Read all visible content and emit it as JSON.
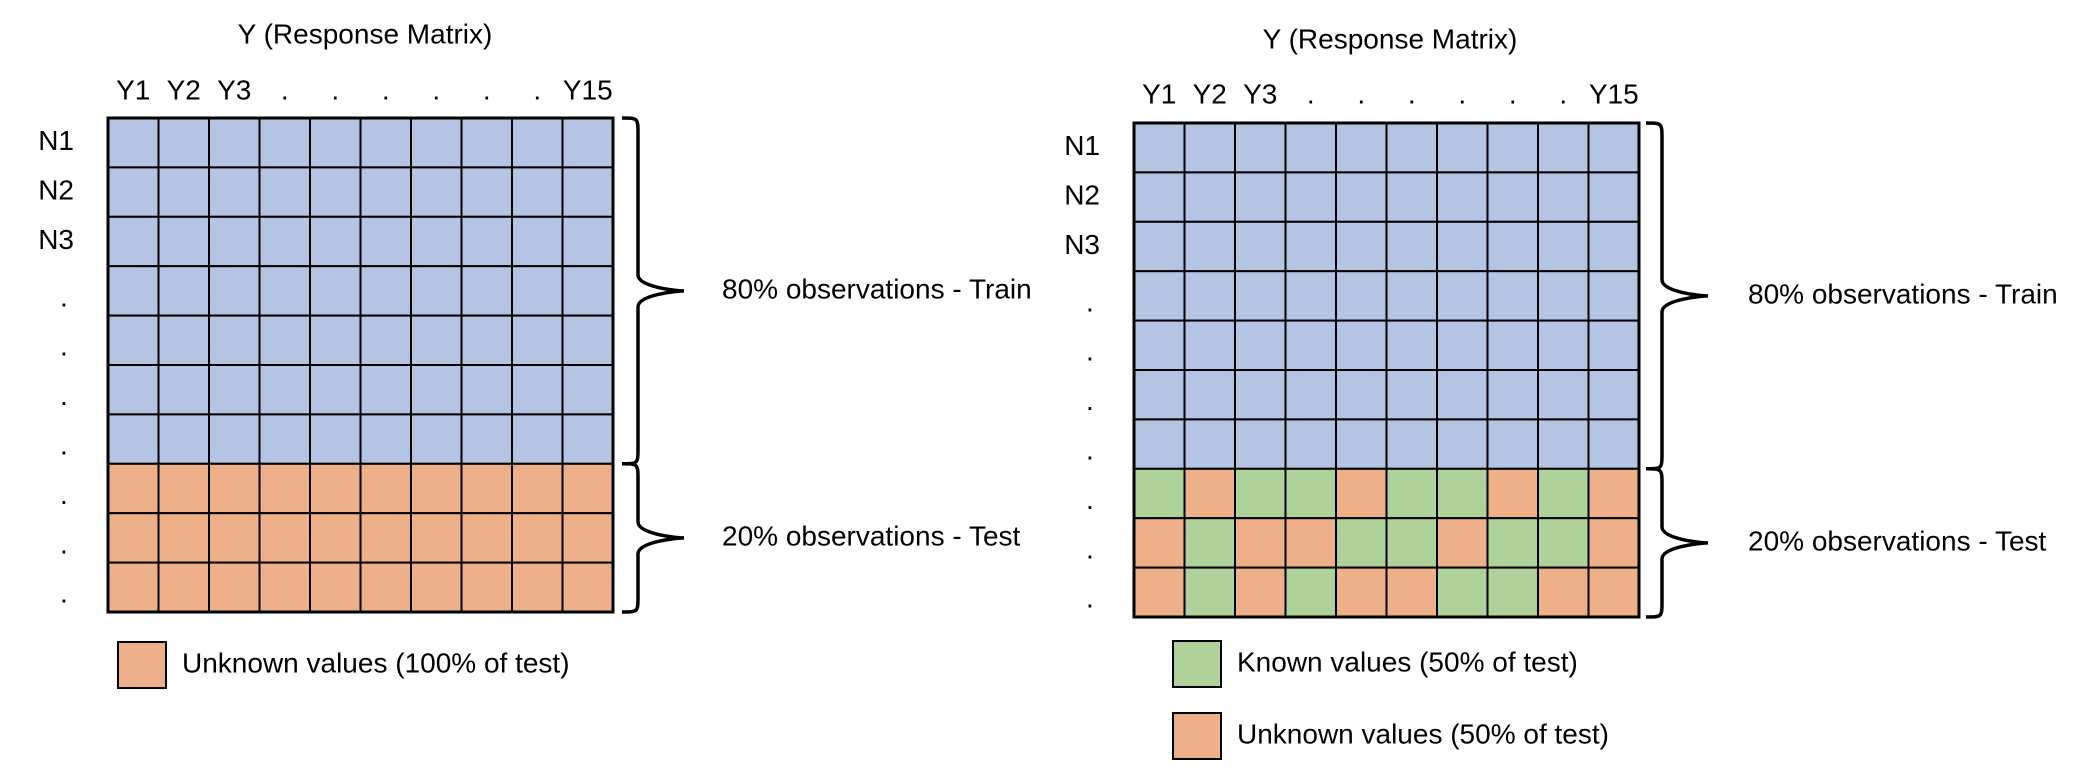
{
  "colors": {
    "train": "#b4c5e4",
    "unknown": "#edb089",
    "known": "#aed29a",
    "grid_line": "#000000"
  },
  "panels": [
    {
      "title": "Y (Response Matrix)",
      "column_labels": [
        "Y1",
        "Y2",
        "Y3",
        ".",
        ".",
        ".",
        ".",
        ".",
        ".",
        "Y15"
      ],
      "row_labels": [
        "N1",
        "N2",
        "N3",
        ".",
        ".",
        ".",
        ".",
        ".",
        ".",
        "."
      ],
      "train_rows": 7,
      "test_rows": 3,
      "test_pattern": [
        [
          "U",
          "U",
          "U",
          "U",
          "U",
          "U",
          "U",
          "U",
          "U",
          "U"
        ],
        [
          "U",
          "U",
          "U",
          "U",
          "U",
          "U",
          "U",
          "U",
          "U",
          "U"
        ],
        [
          "U",
          "U",
          "U",
          "U",
          "U",
          "U",
          "U",
          "U",
          "U",
          "U"
        ]
      ],
      "train_label": "80% observations - Train",
      "test_label": "20% observations - Test",
      "legend": [
        {
          "kind": "unknown",
          "label": "Unknown values (100% of test)"
        }
      ]
    },
    {
      "title": "Y (Response Matrix)",
      "column_labels": [
        "Y1",
        "Y2",
        "Y3",
        ".",
        ".",
        ".",
        ".",
        ".",
        ".",
        "Y15"
      ],
      "row_labels": [
        "N1",
        "N2",
        "N3",
        ".",
        ".",
        ".",
        ".",
        ".",
        ".",
        "."
      ],
      "train_rows": 7,
      "test_rows": 3,
      "test_pattern": [
        [
          "K",
          "U",
          "K",
          "K",
          "U",
          "K",
          "K",
          "U",
          "K",
          "U"
        ],
        [
          "U",
          "K",
          "U",
          "U",
          "K",
          "K",
          "U",
          "K",
          "K",
          "U"
        ],
        [
          "U",
          "K",
          "U",
          "K",
          "U",
          "U",
          "K",
          "K",
          "U",
          "U"
        ]
      ],
      "train_label": "80% observations - Train",
      "test_label": "20% observations - Test",
      "legend": [
        {
          "kind": "known",
          "label": "Known values (50% of test)"
        },
        {
          "kind": "unknown",
          "label": "Unknown values (50% of test)"
        }
      ]
    }
  ]
}
